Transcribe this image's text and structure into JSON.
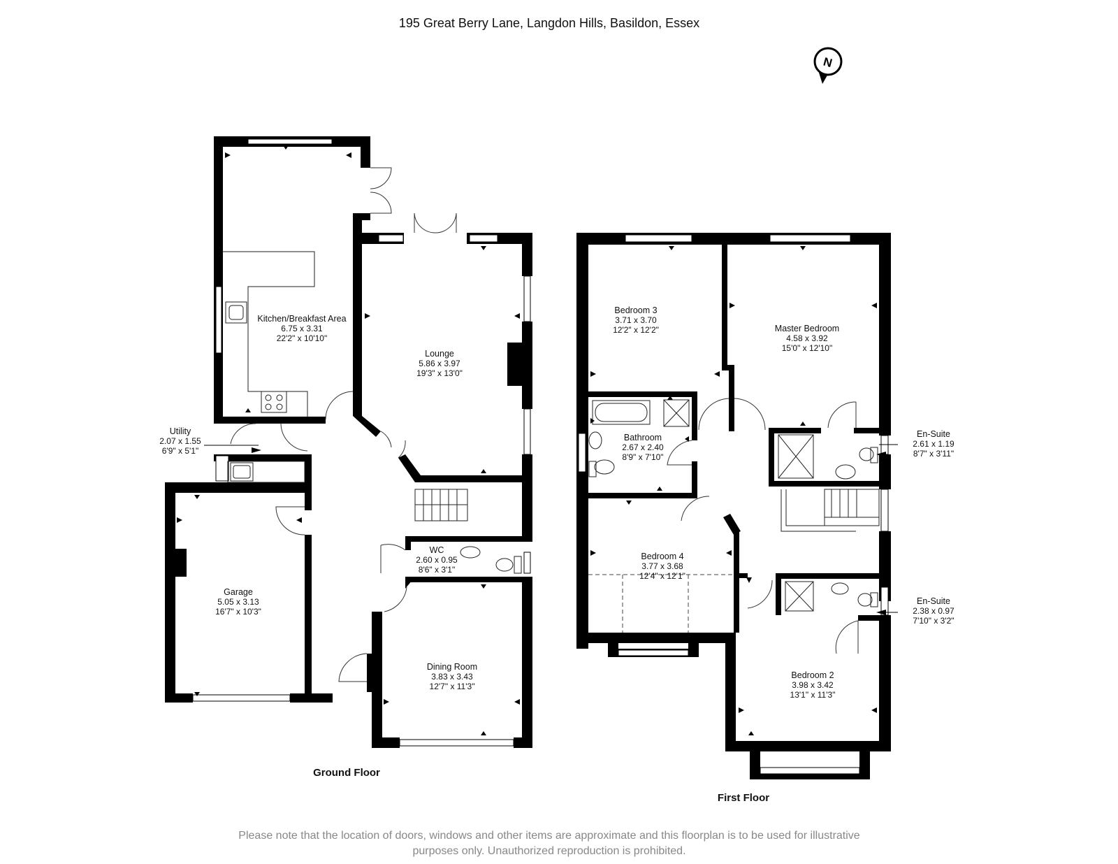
{
  "title": "195 Great Berry Lane, Langdon Hills, Basildon, Essex",
  "compass": {
    "letter": "N"
  },
  "floors": {
    "ground": "Ground Floor",
    "first": "First Floor"
  },
  "rooms": {
    "kitchen": {
      "name": "Kitchen/Breakfast Area",
      "metric": "6.75 x 3.31",
      "imperial": "22'2\" x 10'10\""
    },
    "lounge": {
      "name": "Lounge",
      "metric": "5.86 x 3.97",
      "imperial": "19'3\" x 13'0\""
    },
    "utility": {
      "name": "Utility",
      "metric": "2.07 x 1.55",
      "imperial": "6'9\" x 5'1\""
    },
    "garage": {
      "name": "Garage",
      "metric": "5.05 x 3.13",
      "imperial": "16'7\" x 10'3\""
    },
    "wc": {
      "name": "WC",
      "metric": "2.60 x 0.95",
      "imperial": "8'6\" x 3'1\""
    },
    "dining": {
      "name": "Dining Room",
      "metric": "3.83 x 3.43",
      "imperial": "12'7\" x 11'3\""
    },
    "bedroom3": {
      "name": "Bedroom 3",
      "metric": "3.71 x 3.70",
      "imperial": "12'2\" x 12'2\""
    },
    "master": {
      "name": "Master Bedroom",
      "metric": "4.58 x 3.92",
      "imperial": "15'0\" x 12'10\""
    },
    "bathroom": {
      "name": "Bathroom",
      "metric": "2.67 x 2.40",
      "imperial": "8'9\" x 7'10\""
    },
    "ensuite1": {
      "name": "En-Suite",
      "metric": "2.61 x 1.19",
      "imperial": "8'7\" x 3'11\""
    },
    "bedroom4": {
      "name": "Bedroom 4",
      "metric": "3.77 x 3.68",
      "imperial": "12'4\" x 12'1\""
    },
    "ensuite2": {
      "name": "En-Suite",
      "metric": "2.38 x 0.97",
      "imperial": "7'10\" x 3'2\""
    },
    "bedroom2": {
      "name": "Bedroom 2",
      "metric": "3.98 x 3.42",
      "imperial": "13'1\" x 11'3\""
    }
  },
  "disclaimer": {
    "line1": "Please note that the location of doors, windows and other items are approximate and this floorplan is to be used for illustrative",
    "line2": "purposes only. Unauthorized reproduction is prohibited."
  }
}
